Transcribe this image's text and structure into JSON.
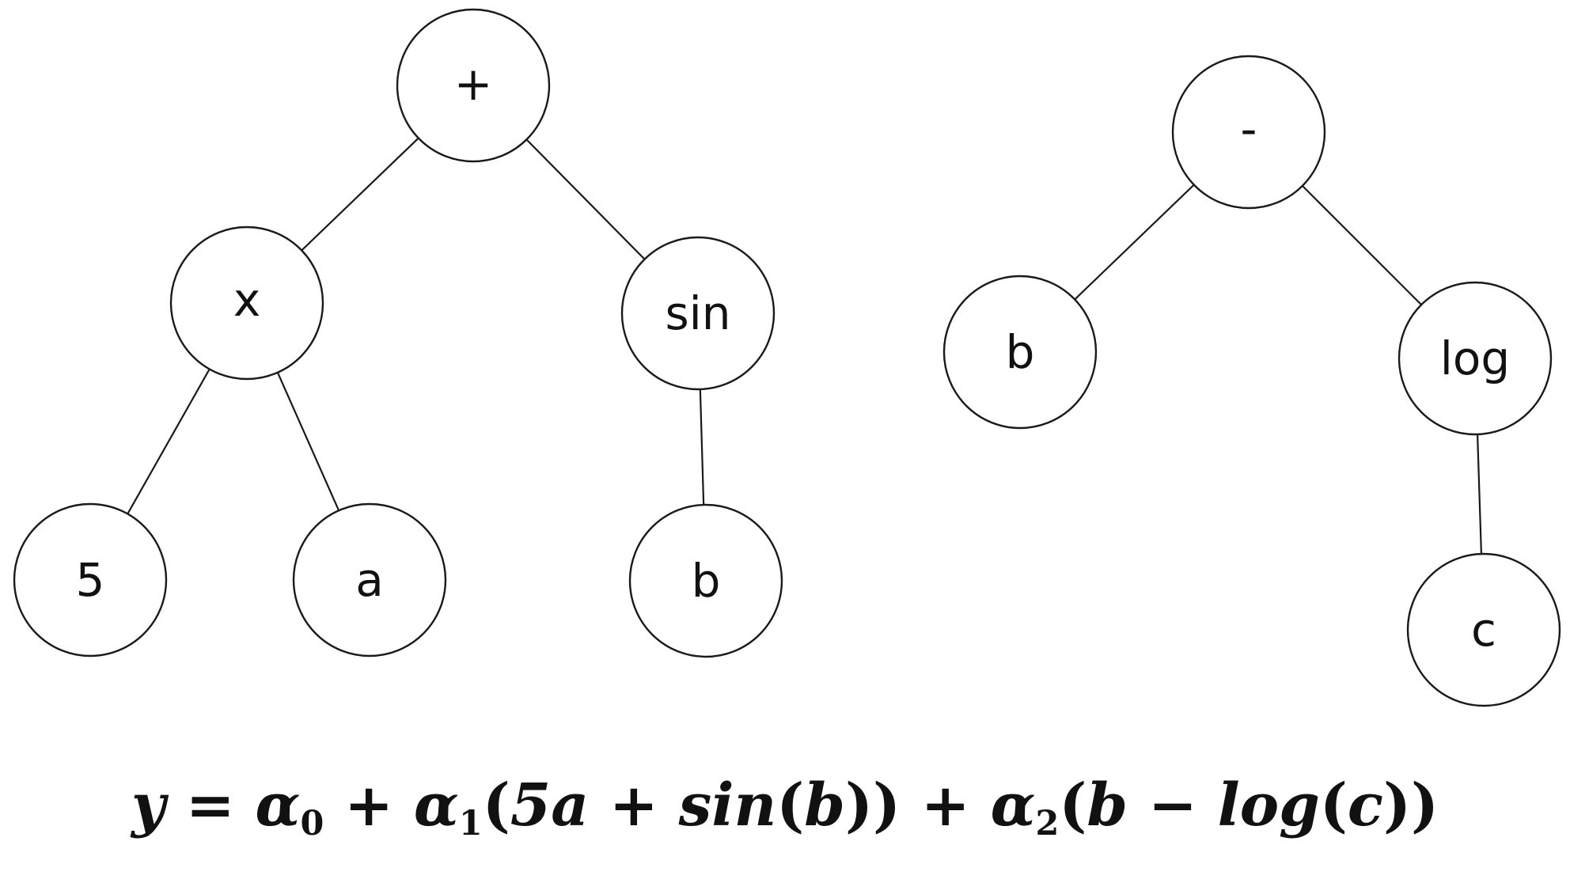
{
  "trees": [
    {
      "nodes": [
        {
          "id": "plus",
          "label": "+"
        },
        {
          "id": "times",
          "label": "x"
        },
        {
          "id": "sin",
          "label": "sin"
        },
        {
          "id": "five",
          "label": "5"
        },
        {
          "id": "a",
          "label": "a"
        },
        {
          "id": "b1",
          "label": "b"
        }
      ],
      "edges": [
        [
          "plus",
          "times"
        ],
        [
          "plus",
          "sin"
        ],
        [
          "times",
          "five"
        ],
        [
          "times",
          "a"
        ],
        [
          "sin",
          "b1"
        ]
      ]
    },
    {
      "nodes": [
        {
          "id": "minus",
          "label": "-"
        },
        {
          "id": "b2",
          "label": "b"
        },
        {
          "id": "log",
          "label": "log"
        },
        {
          "id": "c",
          "label": "c"
        }
      ],
      "edges": [
        [
          "minus",
          "b2"
        ],
        [
          "minus",
          "log"
        ],
        [
          "log",
          "c"
        ]
      ]
    }
  ],
  "formula": {
    "y": "y",
    "eq": " = ",
    "alpha": "α",
    "sub0": "0",
    "sub1": "1",
    "sub2": "2",
    "plus": " + ",
    "open": "(",
    "close": ")",
    "term1_a": "5a + sin",
    "term1_arg": "b",
    "term2_a": "b − log",
    "term2_arg": "c"
  }
}
